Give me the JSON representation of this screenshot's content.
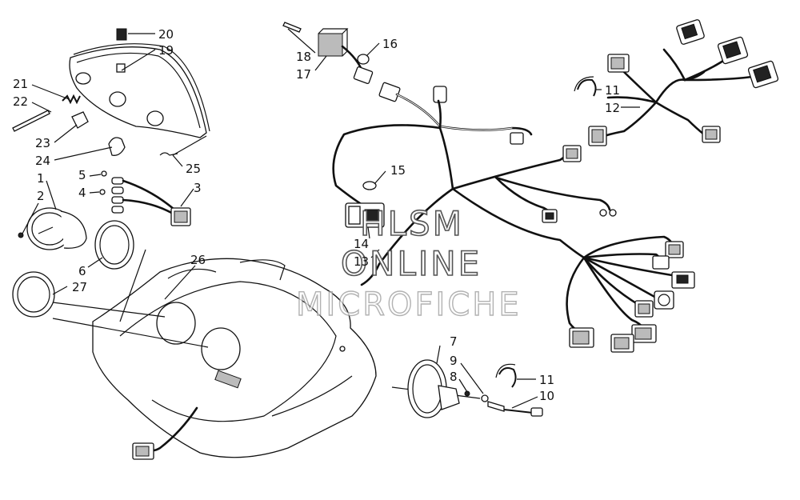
{
  "watermark": {
    "line1": "HLSM",
    "line2": "ONLINE",
    "line3": "MICROFICHE"
  },
  "callouts": [
    {
      "id": "c1",
      "text": "1"
    },
    {
      "id": "c2",
      "text": "2"
    },
    {
      "id": "c3",
      "text": "3"
    },
    {
      "id": "c4",
      "text": "4"
    },
    {
      "id": "c5",
      "text": "5"
    },
    {
      "id": "c6",
      "text": "6"
    },
    {
      "id": "c7",
      "text": "7"
    },
    {
      "id": "c8",
      "text": "8"
    },
    {
      "id": "c9",
      "text": "9"
    },
    {
      "id": "c10",
      "text": "10"
    },
    {
      "id": "c11a",
      "text": "11"
    },
    {
      "id": "c11b",
      "text": "11"
    },
    {
      "id": "c12",
      "text": "12"
    },
    {
      "id": "c13",
      "text": "13"
    },
    {
      "id": "c14",
      "text": "14"
    },
    {
      "id": "c15",
      "text": "15"
    },
    {
      "id": "c16",
      "text": "16"
    },
    {
      "id": "c17",
      "text": "17"
    },
    {
      "id": "c18",
      "text": "18"
    },
    {
      "id": "c19",
      "text": "19"
    },
    {
      "id": "c20",
      "text": "20"
    },
    {
      "id": "c21",
      "text": "21"
    },
    {
      "id": "c22",
      "text": "22"
    },
    {
      "id": "c23",
      "text": "23"
    },
    {
      "id": "c24",
      "text": "24"
    },
    {
      "id": "c25",
      "text": "25"
    },
    {
      "id": "c26",
      "text": "26"
    },
    {
      "id": "c27",
      "text": "27"
    }
  ]
}
